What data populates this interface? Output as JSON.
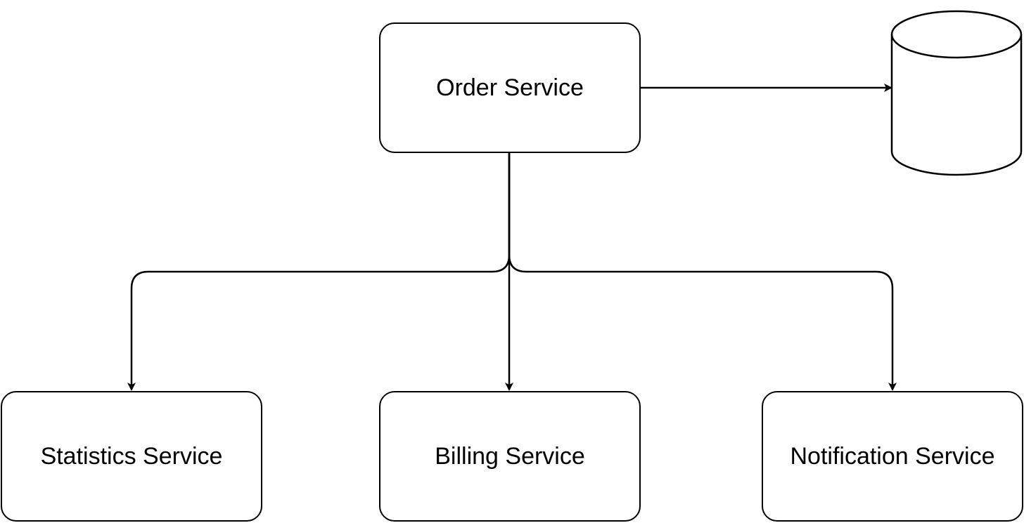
{
  "nodes": {
    "order": {
      "label": "Order Service"
    },
    "statistics": {
      "label": "Statistics Service"
    },
    "billing": {
      "label": "Billing Service"
    },
    "notification": {
      "label": "Notification Service"
    },
    "database": {
      "label": ""
    }
  },
  "edges": [
    {
      "from": "order",
      "to": "database"
    },
    {
      "from": "order",
      "to": "statistics"
    },
    {
      "from": "order",
      "to": "billing"
    },
    {
      "from": "order",
      "to": "notification"
    }
  ],
  "colors": {
    "stroke": "#000000",
    "background": "#ffffff"
  }
}
